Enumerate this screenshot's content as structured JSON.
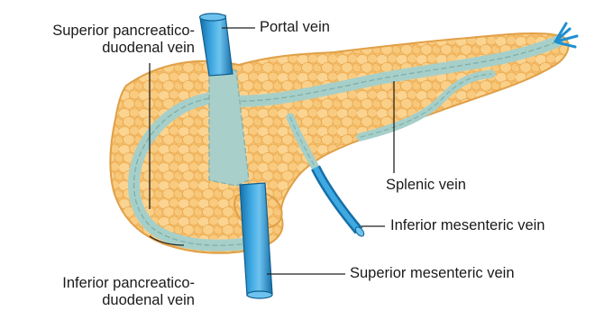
{
  "diagram": {
    "labels": {
      "portal_vein": "Portal vein",
      "superior_pancreaticoduodenal": [
        "Superior pancreatico-",
        "duodenal vein"
      ],
      "splenic_vein": "Splenic vein",
      "inferior_mesenteric": "Inferior mesenteric vein",
      "superior_mesenteric": "Superior mesenteric vein",
      "inferior_pancreaticoduodenal": [
        "Inferior pancreatico-",
        "duodenal vein"
      ]
    },
    "colors": {
      "pancreas_fill": "#F7C16A",
      "pancreas_edge": "#E2A24A",
      "lobule_highlight": "#FBD79A",
      "vein_blue": "#1E8FD0",
      "vein_blue_dark": "#156FA8",
      "vein_blue_light": "#6EC3EE",
      "embedded_vein": "#A7CFC9",
      "leader_line": "#222222"
    }
  }
}
